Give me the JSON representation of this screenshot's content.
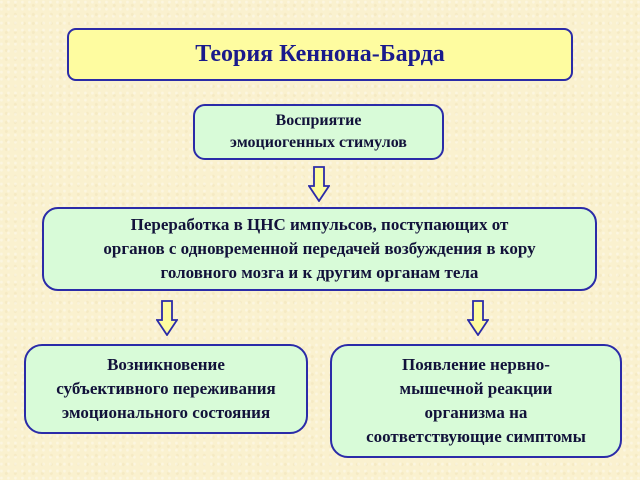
{
  "title": "Теория Кеннона-Барда",
  "nodes": {
    "perception": "Восприятие\nэмоциогенных стимулов",
    "processing": "Переработка в ЦНС импульсов, поступающих от\n органов с одновременной передачей возбуждения в кору\nголовного мозга и к другим органам тела",
    "subjective": "Возникновение\n субъективного переживания\nэмоционального состояния",
    "neuromuscular": "Появление нервно-\nмышечной реакции\nорганизма на\nсоответствующие симптомы"
  },
  "colors": {
    "title_fill": "#fefca0",
    "node_fill": "#d8fbd8",
    "border": "#2b2ba8",
    "arrow_fill": "#fefca0"
  },
  "arrow_icon": "down-arrow-icon"
}
